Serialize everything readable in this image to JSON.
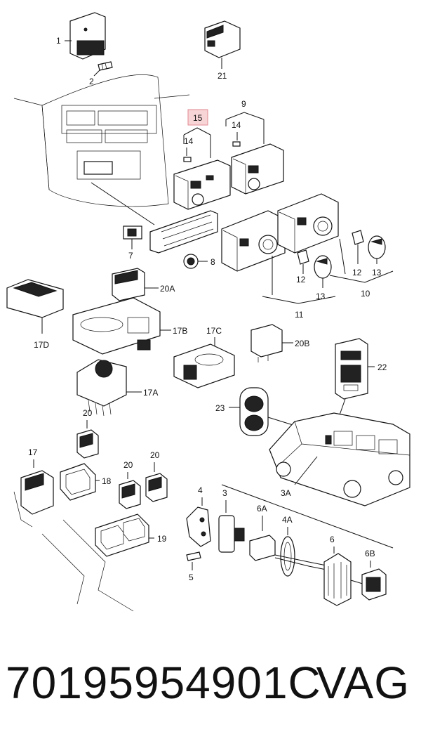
{
  "labels": {
    "p1": "1",
    "p2": "2",
    "p21": "21",
    "p15": "15",
    "p9": "9",
    "p14a": "14",
    "p14b": "14",
    "p7": "7",
    "p8": "8",
    "p12a": "12",
    "p13a": "13",
    "p10": "10",
    "p12b": "12",
    "p13b": "13",
    "p11": "11",
    "p20A": "20A",
    "p17D": "17D",
    "p17B": "17B",
    "p17C": "17C",
    "p20B": "20B",
    "p17A": "17A",
    "p22": "22",
    "p20a": "20",
    "p23": "23",
    "p17": "17",
    "p18": "18",
    "p20b": "20",
    "p20c": "20",
    "p3A": "3A",
    "p19": "19",
    "p4": "4",
    "p3": "3",
    "p6A": "6A",
    "p4A": "4A",
    "p5": "5",
    "p6": "6",
    "p6B": "6B"
  },
  "footer": {
    "part_number": "70195954901C",
    "brand": "VAG"
  },
  "colors": {
    "highlight": "#f7d4d6",
    "highlight_border": "#e08a92"
  }
}
